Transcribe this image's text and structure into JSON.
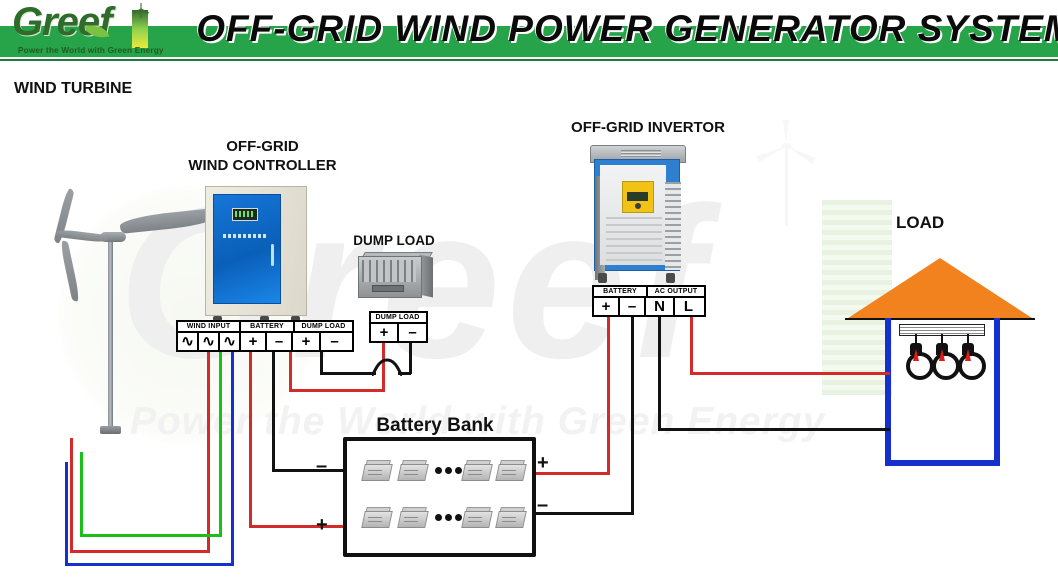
{
  "header": {
    "title": "OFF-GRID   WIND POWER GENERATOR SYSTEM",
    "logo_text": "Greef",
    "logo_tagline": "Power the World with Green Energy",
    "green": "#27a34a"
  },
  "watermark": {
    "brand": "Greef",
    "tagline": "Power the World with Green Energy"
  },
  "labels": {
    "wind_turbine": "WIND TURBINE",
    "wind_controller_line1": "OFF-GRID",
    "wind_controller_line2": "WIND CONTROLLER",
    "dump_load": "DUMP LOAD",
    "invertor": "OFF-GRID INVERTOR",
    "load": "LOAD",
    "battery_bank": "Battery Bank"
  },
  "controller_terminals": {
    "groups": [
      {
        "name": "WIND INPUT",
        "pins": [
          "∿",
          "∿",
          "∿"
        ]
      },
      {
        "name": "BATTERY",
        "pins": [
          "+",
          "–"
        ]
      },
      {
        "name": "DUMP LOAD",
        "pins": [
          "+",
          "–"
        ]
      }
    ]
  },
  "dump_terminals": {
    "groups": [
      {
        "name": "DUMP LOAD",
        "pins": [
          "+",
          "–"
        ]
      }
    ]
  },
  "inverter_terminals": {
    "groups": [
      {
        "name": "BATTERY",
        "pins": [
          "+",
          "–"
        ]
      },
      {
        "name": "AC OUTPUT",
        "pins": [
          "N",
          "L"
        ]
      }
    ]
  },
  "battery_bank": {
    "left_top_sign": "–",
    "left_bottom_sign": "+",
    "right_top_sign": "+",
    "right_bottom_sign": "–",
    "rows": 2,
    "batteries_per_row": 4,
    "ellipsis_dots": 3
  },
  "wire_colors": {
    "phase_a": "#d32a2a",
    "phase_b": "#18c018",
    "phase_c": "#1530cc",
    "positive": "#d32a2a",
    "negative": "#121212",
    "house_outline": "#1530cc",
    "roof": "#f2821e"
  },
  "load_house": {
    "bulbs": 3
  }
}
